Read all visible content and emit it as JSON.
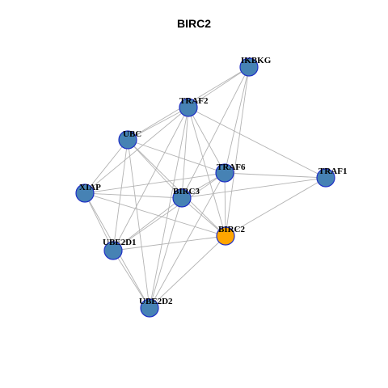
{
  "graph": {
    "title": "BIRC2",
    "colors": {
      "default_node": "#4682b4",
      "focus_node": "#ffa500",
      "node_border": "#1f2fc6",
      "edge": "#b3b3b3"
    },
    "focus": "BIRC2",
    "nodes": [
      "IKBKG",
      "TRAF2",
      "UBC",
      "TRAF6",
      "TRAF1",
      "XIAP",
      "BIRC3",
      "BIRC2",
      "UBE2D1",
      "UBE2D2"
    ],
    "edges": [
      [
        "IKBKG",
        "TRAF2"
      ],
      [
        "IKBKG",
        "UBC"
      ],
      [
        "IKBKG",
        "TRAF6"
      ],
      [
        "IKBKG",
        "BIRC3"
      ],
      [
        "IKBKG",
        "BIRC2"
      ],
      [
        "TRAF2",
        "UBC"
      ],
      [
        "TRAF2",
        "TRAF6"
      ],
      [
        "TRAF2",
        "TRAF1"
      ],
      [
        "TRAF2",
        "XIAP"
      ],
      [
        "TRAF2",
        "BIRC3"
      ],
      [
        "TRAF2",
        "BIRC2"
      ],
      [
        "TRAF2",
        "UBE2D1"
      ],
      [
        "TRAF2",
        "UBE2D2"
      ],
      [
        "UBC",
        "TRAF6"
      ],
      [
        "UBC",
        "XIAP"
      ],
      [
        "UBC",
        "BIRC3"
      ],
      [
        "UBC",
        "BIRC2"
      ],
      [
        "UBC",
        "UBE2D1"
      ],
      [
        "UBC",
        "UBE2D2"
      ],
      [
        "TRAF6",
        "TRAF1"
      ],
      [
        "TRAF6",
        "XIAP"
      ],
      [
        "TRAF6",
        "BIRC3"
      ],
      [
        "TRAF6",
        "BIRC2"
      ],
      [
        "TRAF6",
        "UBE2D1"
      ],
      [
        "TRAF6",
        "UBE2D2"
      ],
      [
        "TRAF1",
        "BIRC3"
      ],
      [
        "TRAF1",
        "BIRC2"
      ],
      [
        "XIAP",
        "BIRC3"
      ],
      [
        "XIAP",
        "BIRC2"
      ],
      [
        "XIAP",
        "UBE2D1"
      ],
      [
        "XIAP",
        "UBE2D2"
      ],
      [
        "BIRC3",
        "BIRC2"
      ],
      [
        "BIRC3",
        "UBE2D1"
      ],
      [
        "BIRC3",
        "UBE2D2"
      ],
      [
        "BIRC2",
        "UBE2D1"
      ],
      [
        "BIRC2",
        "UBE2D2"
      ],
      [
        "UBE2D1",
        "UBE2D2"
      ]
    ]
  }
}
